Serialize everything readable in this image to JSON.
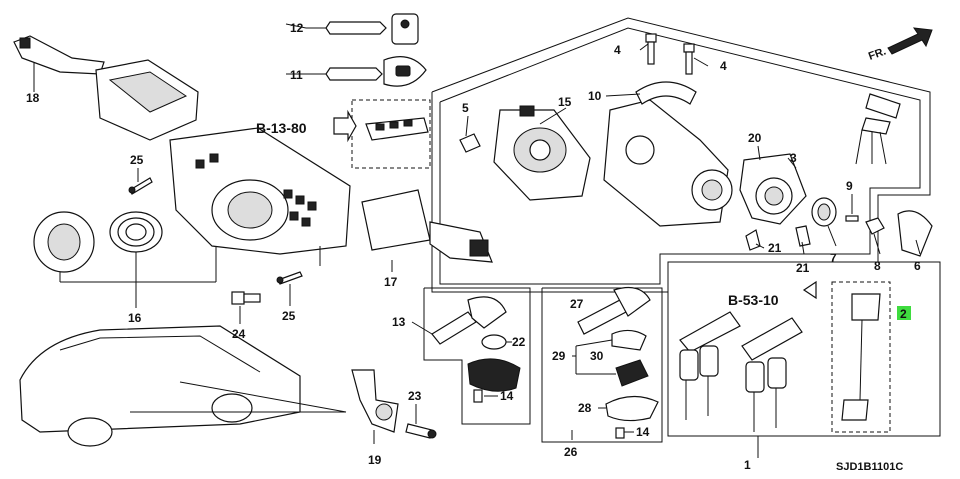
{
  "diagram_code": "SJD1B1101C",
  "direction_label": "FR.",
  "ref_b13": "B-13-80",
  "ref_b53": "B-53-10",
  "highlight_color": "#3fdc3f",
  "labels": {
    "p1": "1",
    "p2": "2",
    "p3": "3",
    "p4a": "4",
    "p4b": "4",
    "p5": "5",
    "p6": "6",
    "p7": "7",
    "p8": "8",
    "p9": "9",
    "p10": "10",
    "p11": "11",
    "p12": "12",
    "p13": "13",
    "p14a": "14",
    "p14b": "14",
    "p15": "15",
    "p16": "16",
    "p17": "17",
    "p18": "18",
    "p19": "19",
    "p20": "20",
    "p21a": "21",
    "p21b": "21",
    "p22": "22",
    "p23": "23",
    "p24": "24",
    "p25a": "25",
    "p25b": "25",
    "p26": "26",
    "p27": "27",
    "p28": "28",
    "p29": "29",
    "p30": "30"
  }
}
